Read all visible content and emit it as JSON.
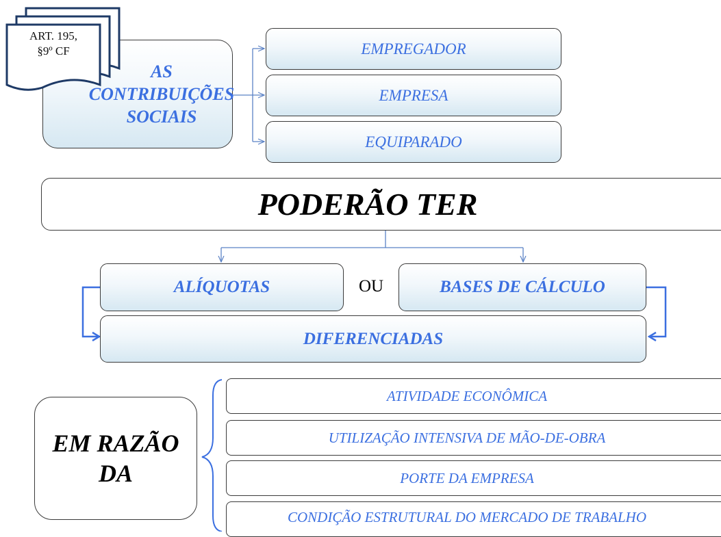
{
  "top": {
    "doc_label_line1": "ART. 195,",
    "doc_label_line2": "§9º CF",
    "main_line1": "AS",
    "main_line2": "CONTRIBUIÇÕES",
    "main_line3": "SOCIAIS",
    "branches": [
      "EMPREGADOR",
      "EMPRESA",
      "EQUIPARADO"
    ]
  },
  "middle": {
    "headline": "PODERÃO TER",
    "left": "ALÍQUOTAS",
    "connector": "OU",
    "right": "BASES DE CÁLCULO",
    "result": "DIFERENCIADAS"
  },
  "bottom": {
    "label_line1": "EM RAZÃO",
    "label_line2": "DA",
    "reasons": [
      "ATIVIDADE  ECONÔMICA",
      "UTILIZAÇÃO  INTENSIVA DE MÃO-DE-OBRA",
      "PORTE DA EMPRESA",
      "CONDIÇÃO ESTRUTURAL DO MERCADO DE TRABALHO"
    ]
  },
  "colors": {
    "accent": "#3b6fe0",
    "connector_line": "#5b82c5",
    "border": "#3a3a3a"
  }
}
